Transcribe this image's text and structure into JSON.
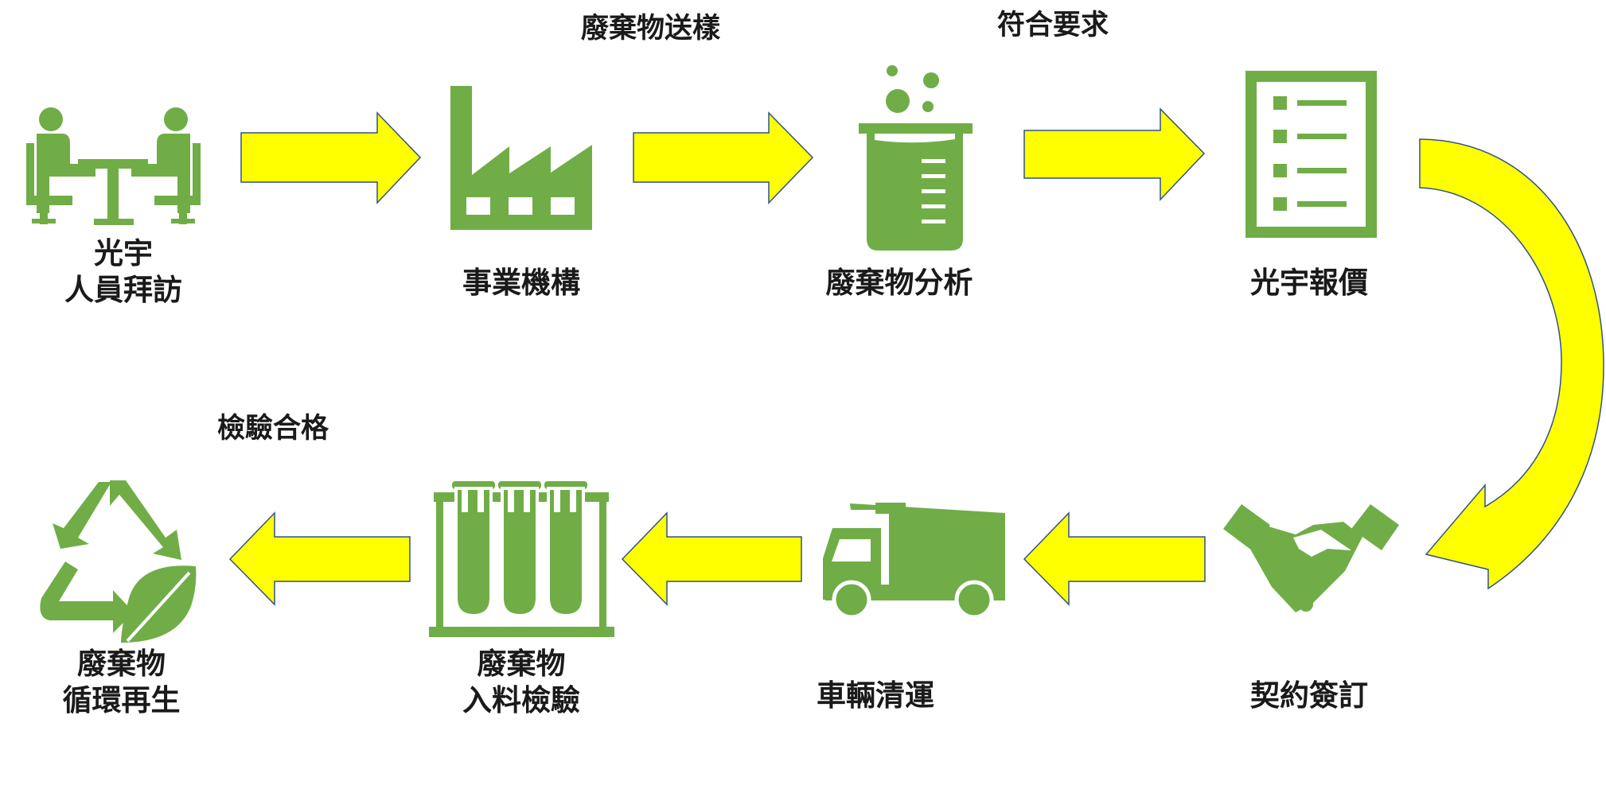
{
  "colors": {
    "icon": "#70AD47",
    "arrow_fill": "#FFFF00",
    "arrow_stroke": "#2F528F",
    "text": "#1A1A1A"
  },
  "steps": [
    {
      "icon": "meeting-people-icon",
      "lines": [
        "光宇",
        "人員拜訪"
      ]
    },
    {
      "icon": "factory-icon",
      "lines": [
        "事業機構"
      ]
    },
    {
      "icon": "beaker-icon",
      "lines": [
        "廢棄物分析"
      ]
    },
    {
      "icon": "quotation-document-icon",
      "lines": [
        "光宇報價"
      ]
    },
    {
      "icon": "handshake-icon",
      "lines": [
        "契約簽訂"
      ]
    },
    {
      "icon": "dump-truck-icon",
      "lines": [
        "車輛清運"
      ]
    },
    {
      "icon": "test-tubes-icon",
      "lines": [
        "廢棄物",
        "入料檢驗"
      ]
    },
    {
      "icon": "recycle-leaf-icon",
      "lines": [
        "廢棄物",
        "循環再生"
      ]
    }
  ],
  "conditions": {
    "sample": "廢棄物送樣",
    "meets": "符合要求",
    "passed": "檢驗合格"
  }
}
